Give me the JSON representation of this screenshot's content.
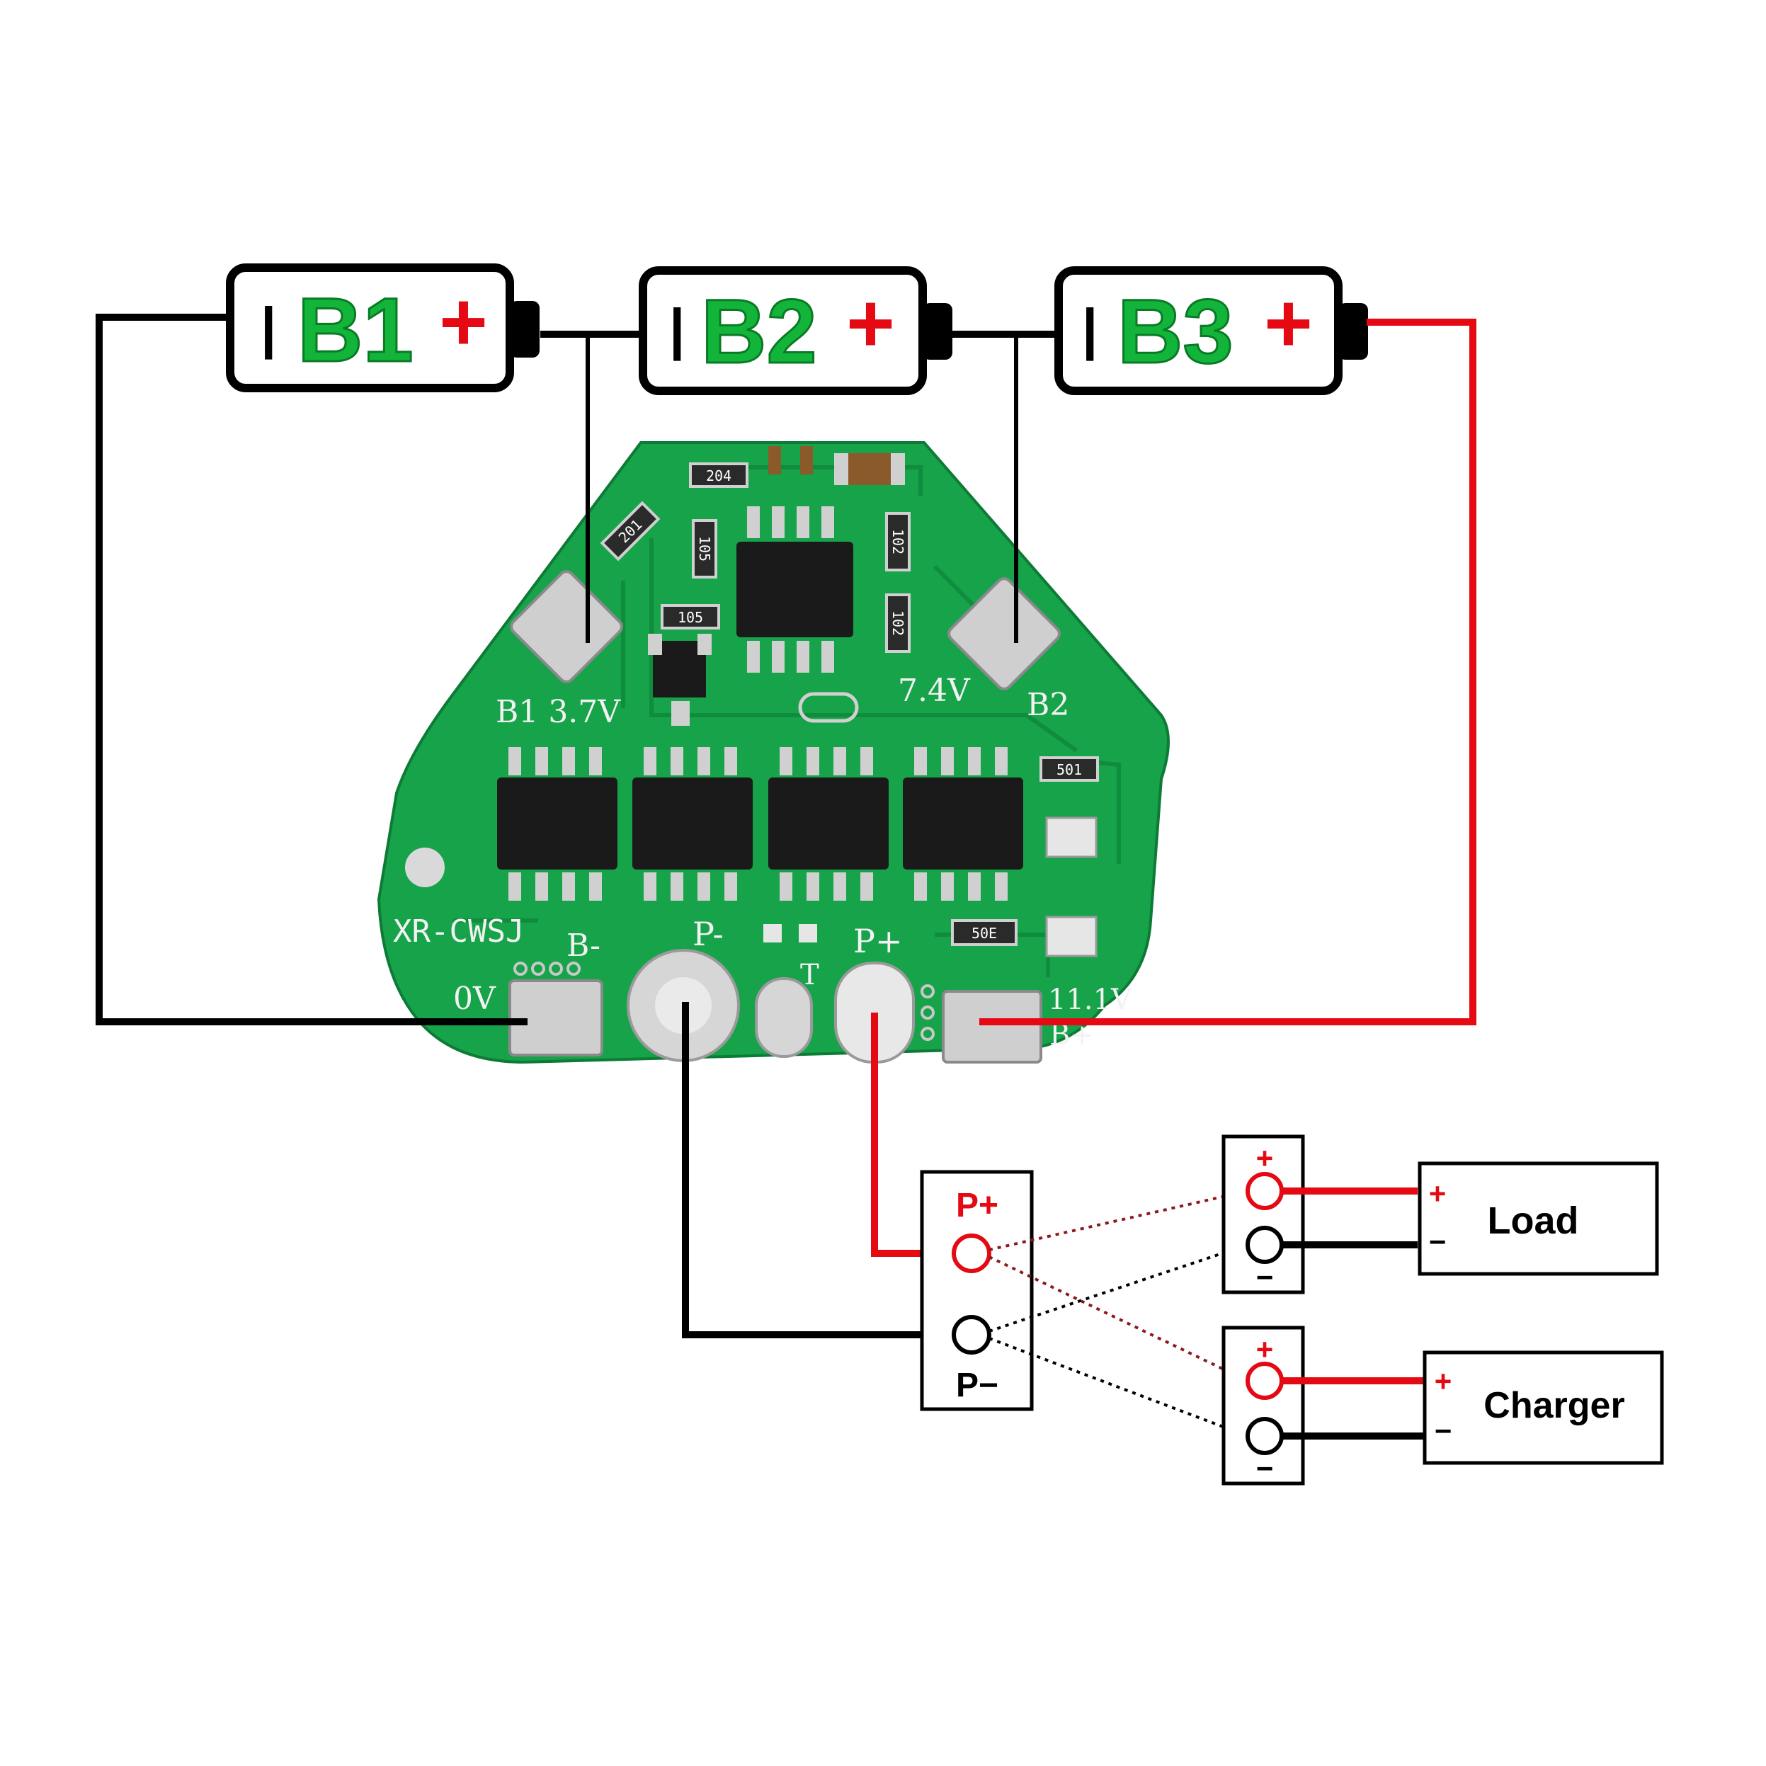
{
  "batteries": [
    {
      "label": "B1",
      "minus": "|",
      "plus": "+"
    },
    {
      "label": "B2",
      "minus": "|",
      "plus": "+"
    },
    {
      "label": "B3",
      "minus": "|",
      "plus": "+"
    }
  ],
  "board": {
    "model": "XR-CWSJ",
    "b1_label": "B1 3.7V",
    "b2_label": "B2",
    "b2_voltage": "7.4V",
    "bminus_label": "B-",
    "ov_label": "0V",
    "pminus_label": "P-",
    "pplus_label": "P+",
    "t_label": "T",
    "bplus_voltage": "11.1V",
    "bplus_label": "B+",
    "resistor_codes": [
      "204",
      "201",
      "105",
      "102",
      "102",
      "105",
      "501",
      "50E"
    ]
  },
  "output_terminal": {
    "plus": "P+",
    "minus": "P−"
  },
  "load_connector": {
    "plus": "+",
    "minus": "−"
  },
  "charger_connector": {
    "plus": "+",
    "minus": "−"
  },
  "load_box": {
    "label": "Load",
    "plus": "+",
    "minus": "−"
  },
  "charger_box": {
    "label": "Charger",
    "plus": "+",
    "minus": "−"
  },
  "colors": {
    "board_green": "#16a34a",
    "battery_label_green": "#12b53a",
    "wire_red": "#e50914",
    "wire_black": "#000000",
    "pad_silver": "#cfcfcf",
    "chip_black": "#1a1a1a"
  }
}
